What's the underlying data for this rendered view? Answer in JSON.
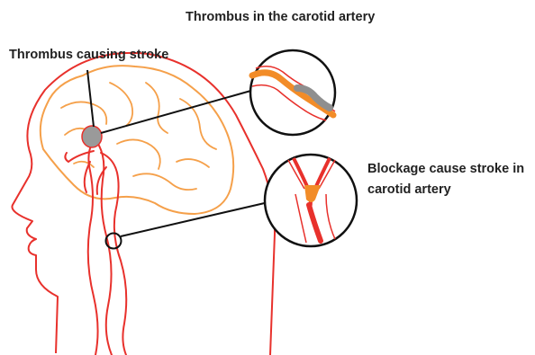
{
  "labels": {
    "top": "Thrombus in the carotid artery",
    "left": "Thrombus causing stroke",
    "right_line1": "Blockage cause stroke in",
    "right_line2": "carotid artery"
  },
  "colors": {
    "outline": "#e8312c",
    "brain": "#f5a04a",
    "thrombus": "#9a9a9a",
    "clot": "#f28c28",
    "pointer": "#111111"
  }
}
